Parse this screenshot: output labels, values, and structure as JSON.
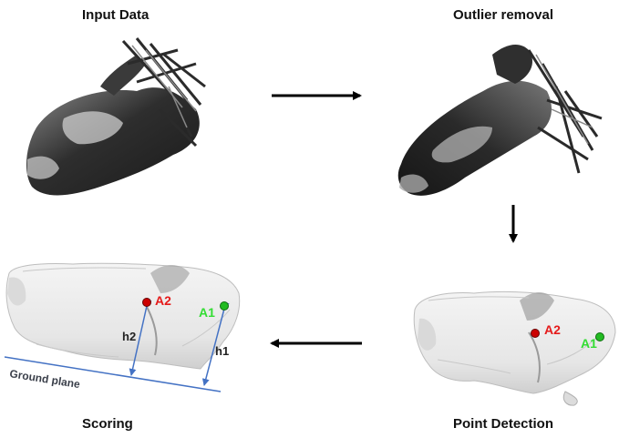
{
  "stages": {
    "input": "Input Data",
    "outlier": "Outlier removal",
    "point": "Point Detection",
    "scoring": "Scoring"
  },
  "point_detection": {
    "a2": "A2",
    "a1": "A1"
  },
  "scoring": {
    "a2": "A2",
    "a1": "A1",
    "h1": "h1",
    "h2": "h2",
    "ground": "Ground plane"
  },
  "colors": {
    "a2_marker": "#cc0000",
    "a1_marker": "#22bb22",
    "measure_arrows": "#4472c4",
    "ground_line": "#4472c4",
    "flow_arrows": "#000000"
  },
  "icons": {
    "flow": "arrow-icon",
    "markers": "point-marker-icon"
  }
}
